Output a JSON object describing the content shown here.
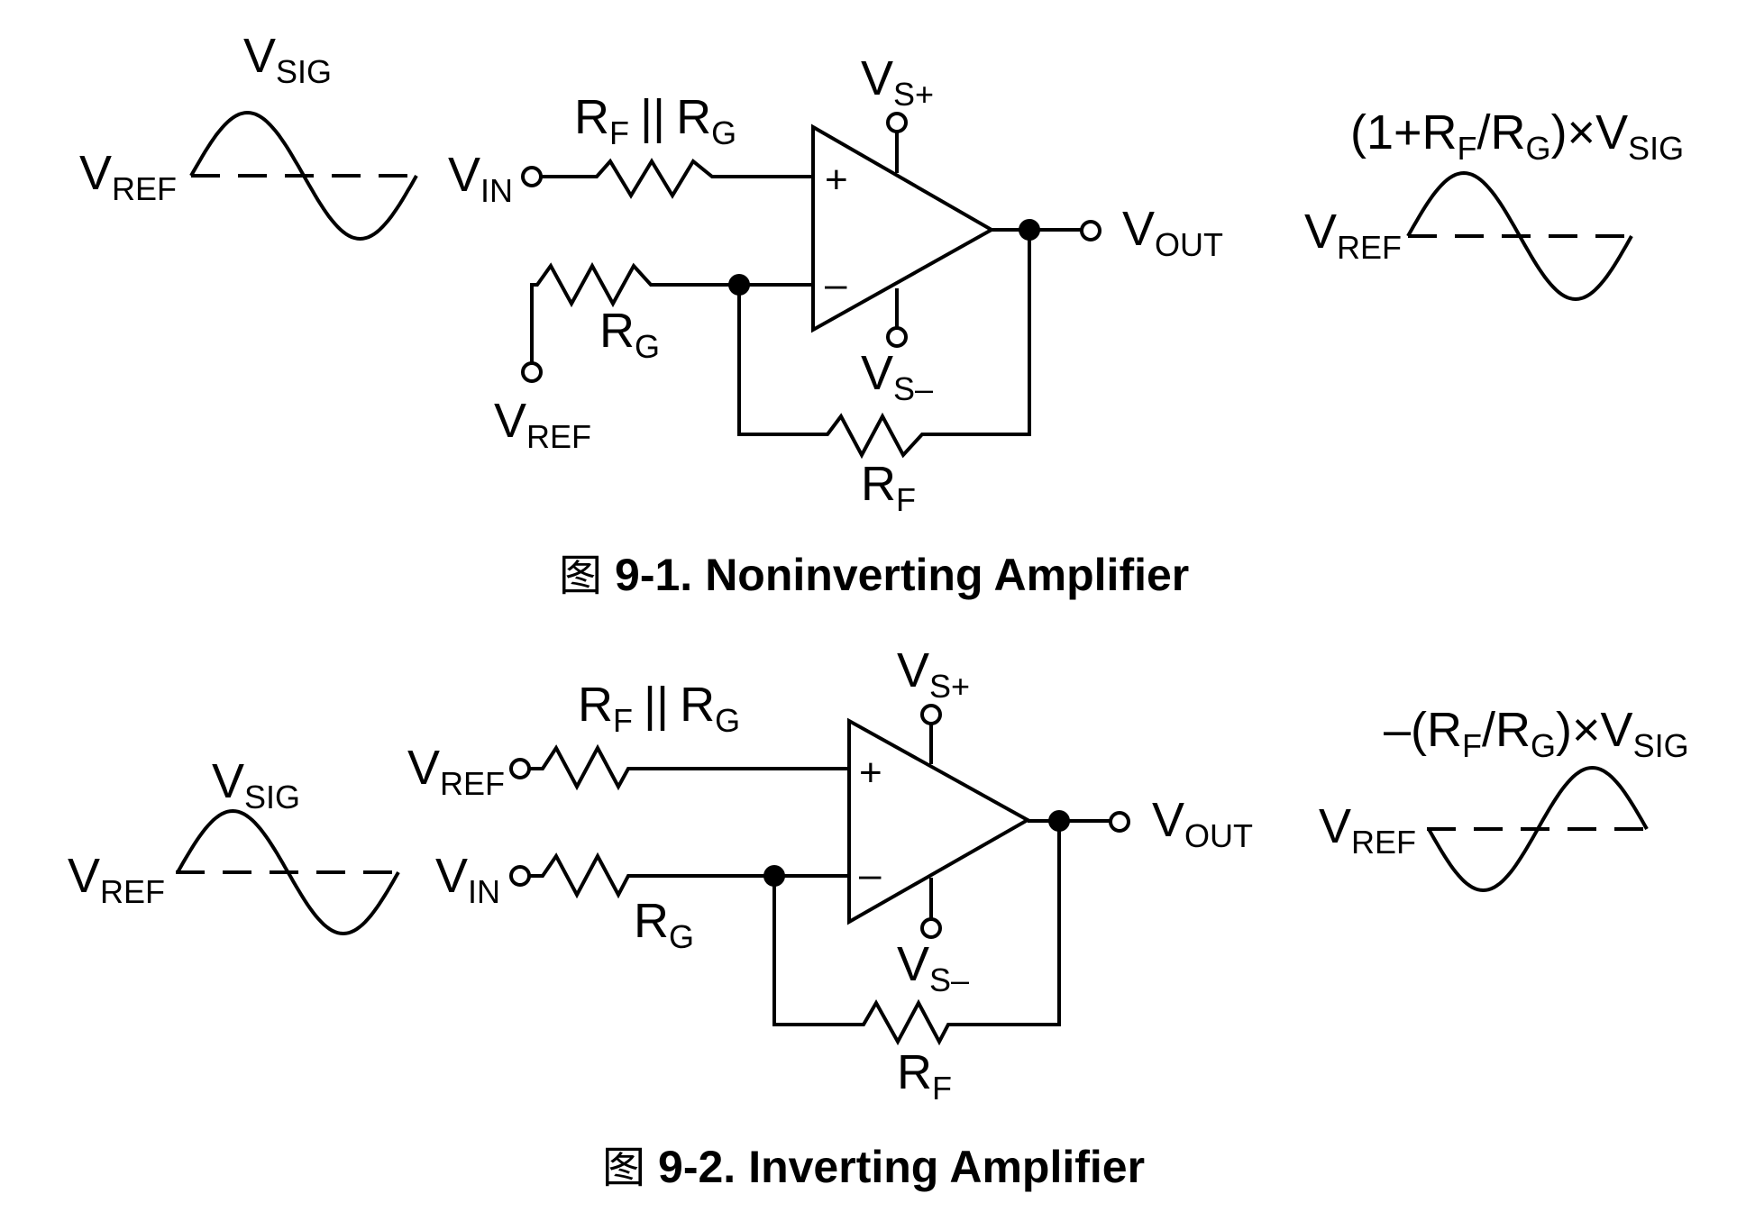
{
  "figures": [
    {
      "id": "9-1",
      "caption_prefix": "图",
      "caption_number": "9-1.",
      "caption_title": "Noninverting Amplifier",
      "input_waveform": {
        "label": "V",
        "label_sub": "SIG",
        "ref_label": "V",
        "ref_sub": "REF",
        "phase": "positive-first"
      },
      "output_waveform": {
        "gain_expr_parts": [
          "(1+R",
          "F",
          "/R",
          "G",
          ")×V",
          "SIG"
        ],
        "ref_label": "V",
        "ref_sub": "REF",
        "phase": "positive-first"
      },
      "circuit": {
        "top_input": {
          "label": "V",
          "sub": "IN"
        },
        "top_resistor": {
          "label_a": "R",
          "sub_a": "F",
          "parallel": "||",
          "label_b": "R",
          "sub_b": "G"
        },
        "bottom_resistor": {
          "label": "R",
          "sub": "G"
        },
        "bottom_terminal": {
          "label": "V",
          "sub": "REF"
        },
        "feedback_resistor": {
          "label": "R",
          "sub": "F"
        },
        "supply_pos": {
          "label": "V",
          "sub": "S+"
        },
        "supply_neg": {
          "label": "V",
          "sub": "S–"
        },
        "noninv_sign": "+",
        "inv_sign": "–",
        "output": {
          "label": "V",
          "sub": "OUT"
        }
      }
    },
    {
      "id": "9-2",
      "caption_prefix": "图",
      "caption_number": "9-2.",
      "caption_title": "Inverting Amplifier",
      "input_waveform": {
        "label": "V",
        "label_sub": "SIG",
        "ref_label": "V",
        "ref_sub": "REF",
        "phase": "positive-first"
      },
      "output_waveform": {
        "gain_expr_parts": [
          "–(R",
          "F",
          "/R",
          "G",
          ")×V",
          "SIG"
        ],
        "ref_label": "V",
        "ref_sub": "REF",
        "phase": "negative-first"
      },
      "circuit": {
        "top_input": {
          "label": "V",
          "sub": "REF"
        },
        "top_resistor": {
          "label_a": "R",
          "sub_a": "F",
          "parallel": "||",
          "label_b": "R",
          "sub_b": "G"
        },
        "bottom_input": {
          "label": "V",
          "sub": "IN"
        },
        "bottom_resistor": {
          "label": "R",
          "sub": "G"
        },
        "feedback_resistor": {
          "label": "R",
          "sub": "F"
        },
        "supply_pos": {
          "label": "V",
          "sub": "S+"
        },
        "supply_neg": {
          "label": "V",
          "sub": "S–"
        },
        "noninv_sign": "+",
        "inv_sign": "–",
        "output": {
          "label": "V",
          "sub": "OUT"
        }
      }
    }
  ]
}
